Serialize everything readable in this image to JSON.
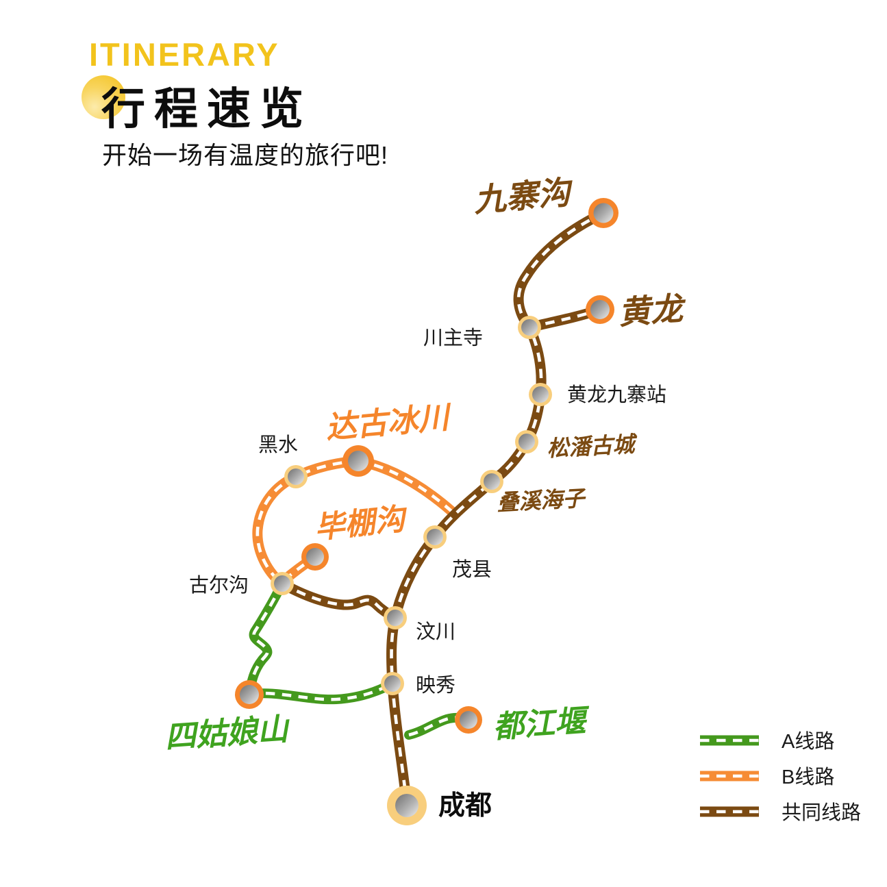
{
  "header": {
    "kicker": "ITINERARY",
    "title": "行程速览",
    "subtitle": "开始一场有温度的旅行吧!"
  },
  "routes": {
    "a": {
      "name": "A线路",
      "color": "#44991D"
    },
    "b": {
      "name": "B线路",
      "color": "#F68C35"
    },
    "common": {
      "name": "共同线路",
      "color": "#7B4A12"
    }
  },
  "legend": {
    "items": [
      {
        "label": "A线路",
        "color": "#44991D"
      },
      {
        "label": "B线路",
        "color": "#F68C35"
      },
      {
        "label": "共同线路",
        "color": "#7B4A12"
      }
    ]
  },
  "map": {
    "stations": [
      {
        "id": "jiuzhaigou",
        "label": "九寨沟",
        "node": "orange-large",
        "label_color": "#7B4A12"
      },
      {
        "id": "huanglong",
        "label": "黄龙",
        "node": "orange-large",
        "label_color": "#7B4A12"
      },
      {
        "id": "chuanzhusi",
        "label": "川主寺",
        "node": "yellow-small",
        "label_color": "#1a1a1a"
      },
      {
        "id": "huanglong-jiuzhai-station",
        "label": "黄龙九寨站",
        "node": "yellow-small",
        "label_color": "#1a1a1a"
      },
      {
        "id": "songpan-ancient-city",
        "label": "松潘古城",
        "node": "yellow-small",
        "label_color": "#7B4A12"
      },
      {
        "id": "diexi-haizi",
        "label": "叠溪海子",
        "node": "yellow-small",
        "label_color": "#7B4A12"
      },
      {
        "id": "maoxian",
        "label": "茂县",
        "node": "yellow-small",
        "label_color": "#1a1a1a"
      },
      {
        "id": "wenchuan",
        "label": "汶川",
        "node": "yellow-small",
        "label_color": "#1a1a1a"
      },
      {
        "id": "yingxiu",
        "label": "映秀",
        "node": "yellow-small",
        "label_color": "#1a1a1a"
      },
      {
        "id": "dujiangyan",
        "label": "都江堰",
        "node": "orange-medium",
        "label_color": "#3FA31F"
      },
      {
        "id": "chengdu",
        "label": "成都",
        "node": "yellow-large",
        "label_color": "#0d0d0d"
      },
      {
        "id": "dagu-glacier",
        "label": "达古冰川",
        "node": "orange-large",
        "label_color": "#F5852B"
      },
      {
        "id": "heishui",
        "label": "黑水",
        "node": "yellow-small",
        "label_color": "#1a1a1a"
      },
      {
        "id": "bipenggou",
        "label": "毕棚沟",
        "node": "orange-medium",
        "label_color": "#F5852B"
      },
      {
        "id": "guergou",
        "label": "古尔沟",
        "node": "yellow-small",
        "label_color": "#1a1a1a"
      },
      {
        "id": "siguniang-mountain",
        "label": "四姑娘山",
        "node": "orange-large",
        "label_color": "#3FA31F"
      }
    ]
  },
  "colors": {
    "kicker_yellow": "#F2C31C",
    "sun_yellow": "#F3C11B",
    "node_ring_orange": "#F5852B",
    "node_ring_yellow": "#F8CE7D",
    "road_brown": "#7B4A12",
    "road_orange": "#F68C35",
    "road_green": "#44991D",
    "background": "#FFFFFF"
  }
}
